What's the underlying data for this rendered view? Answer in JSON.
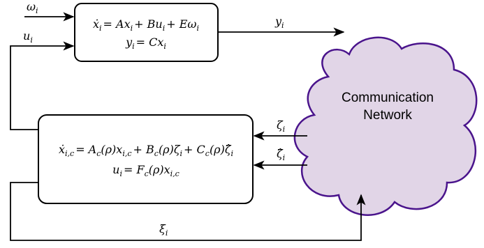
{
  "colors": {
    "stroke": "#000000",
    "cloud_fill": "#e1d5e7",
    "cloud_stroke": "#4a148c"
  },
  "plant_block": {
    "eq1": {
      "lhs": "ẋ",
      "sub": "i",
      "rhs": "= Ax",
      "rhs_sub": "i",
      "rest": "+ Bu",
      "rest_sub": "i",
      "tail": "+ Eω",
      "tail_sub": "i"
    },
    "eq2": {
      "lhs": "y",
      "sub": "i",
      "rhs": "= Cx",
      "rhs_sub": "i"
    }
  },
  "controller_block": {
    "eq1": {
      "p1": "ẋ",
      "p1_sub": "i,c",
      "p2": "= A",
      "p2_sub": "c",
      "p3": "(ρ)x",
      "p3_sub": "i,c",
      "p4": "+ B",
      "p4_sub": "c",
      "p5": "(ρ)ζ",
      "p5_sub": "i",
      "p6": "+ C",
      "p6_sub": "c",
      "p7": "(ρ)ζ̂",
      "p7_sub": "i"
    },
    "eq2": {
      "p1": "u",
      "p1_sub": "i",
      "p2": "= F",
      "p2_sub": "c",
      "p3": "(ρ)x",
      "p3_sub": "i,c"
    }
  },
  "network": {
    "line1": "Communication",
    "line2": "Network"
  },
  "signals": {
    "omega": {
      "sym": "ω",
      "sub": "i"
    },
    "u": {
      "sym": "u",
      "sub": "i"
    },
    "y": {
      "sym": "y",
      "sub": "i"
    },
    "zeta": {
      "sym": "ζ",
      "sub": "i"
    },
    "zeta_hat": {
      "sym": "ζ̂",
      "sub": "i"
    },
    "xi": {
      "sym": "ξ",
      "sub": "i"
    }
  }
}
